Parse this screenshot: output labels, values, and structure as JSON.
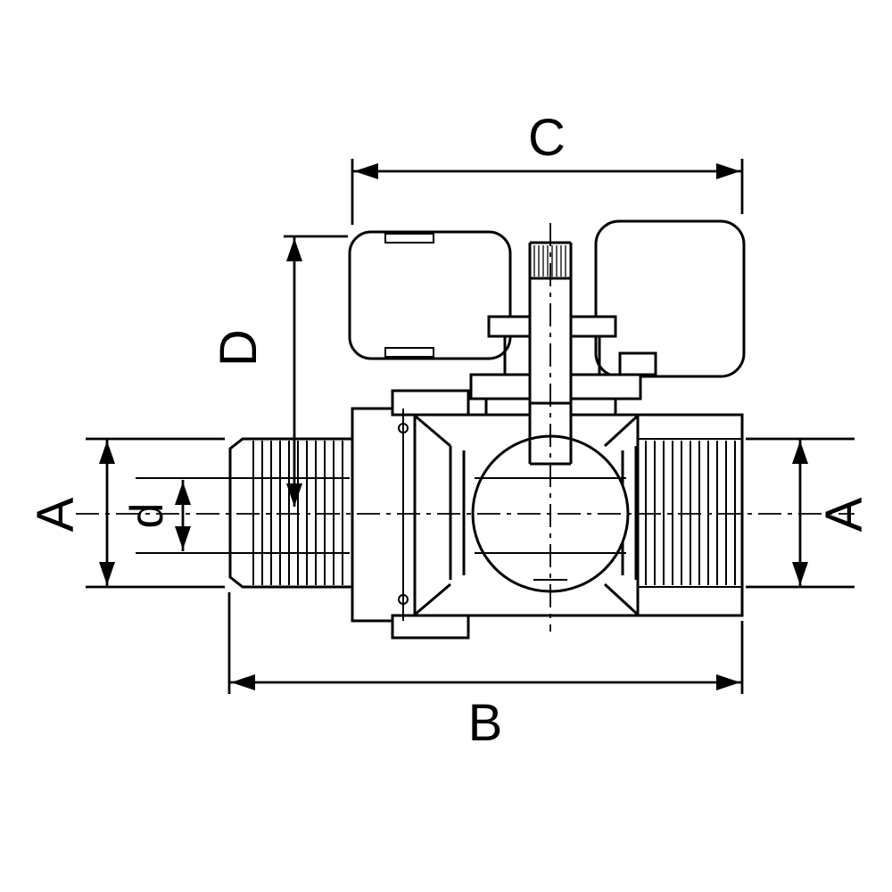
{
  "drawing": {
    "background": "#ffffff",
    "line_color": "#000000"
  },
  "dimension_labels": {
    "width_top": "C",
    "handle_height": "D",
    "bore_left": "A",
    "thread_diameter": "d",
    "bore_right": "A",
    "overall_length": "B"
  }
}
